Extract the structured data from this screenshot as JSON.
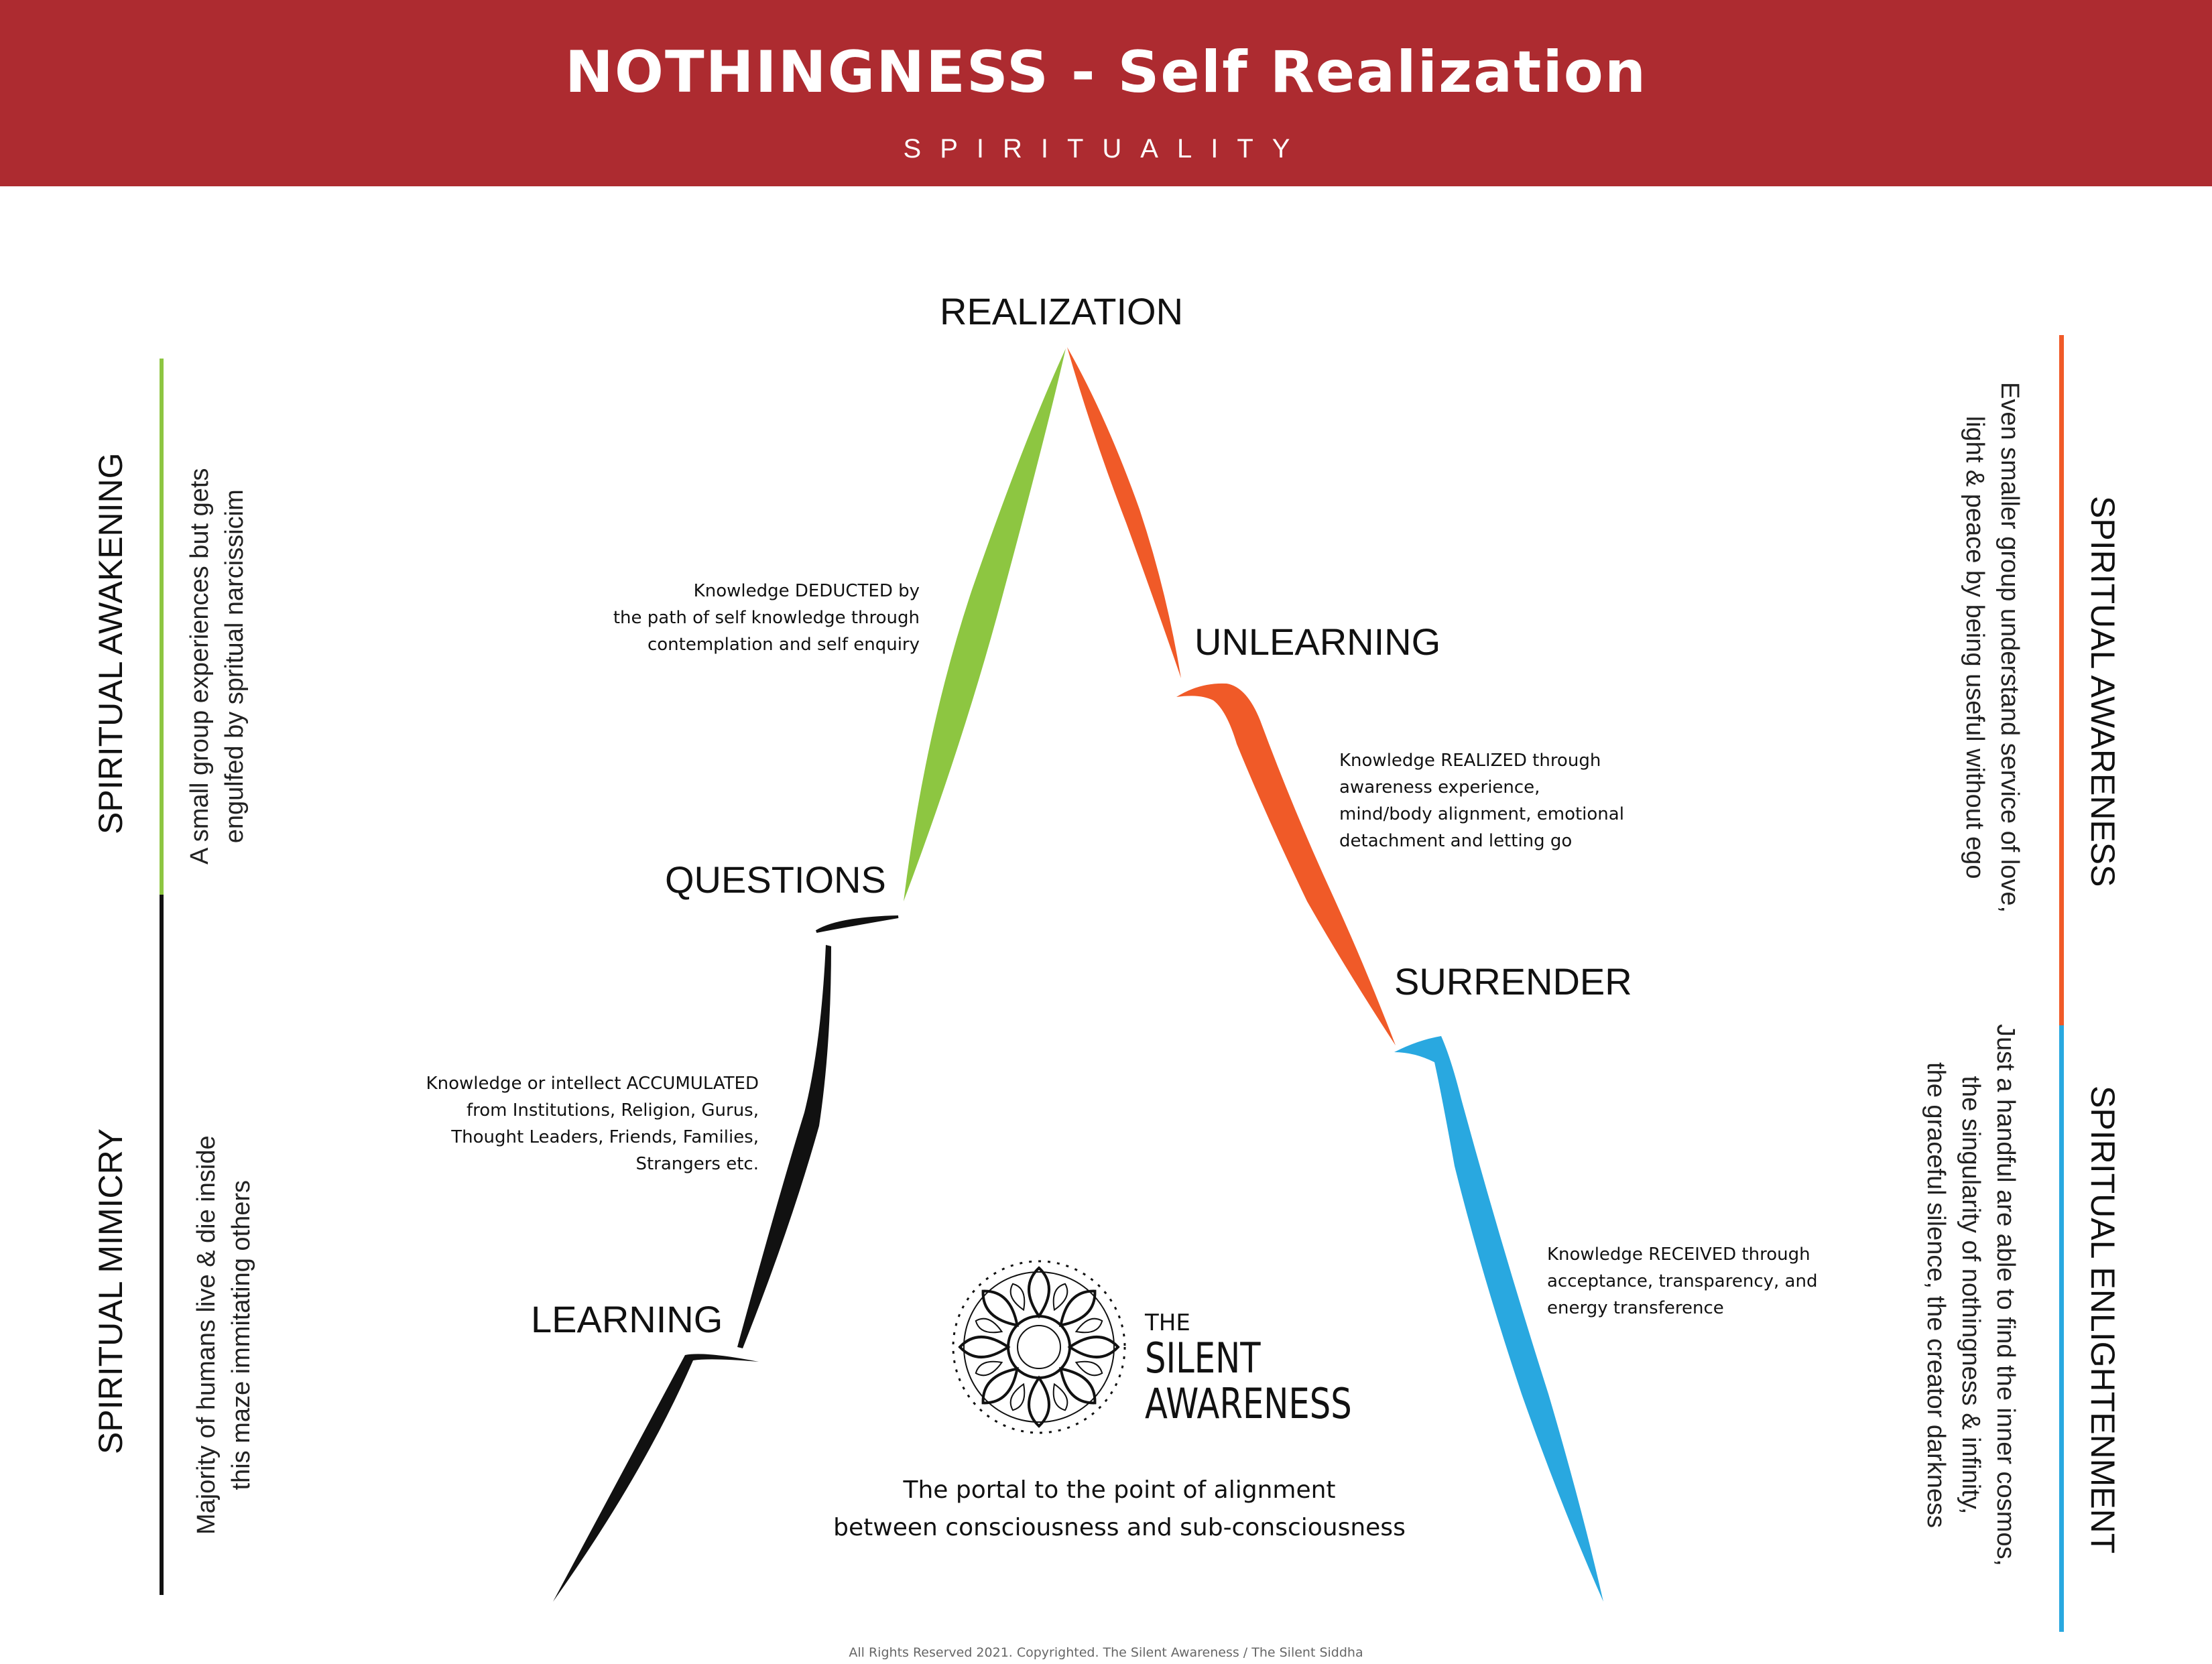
{
  "header": {
    "title": "NOTHINGNESS - Self Realization",
    "subtitle": "SPIRITUALITY"
  },
  "colors": {
    "header_bg": "#ad2b30",
    "green": "#8dc641",
    "orange": "#f05a28",
    "blue": "#29a8e0",
    "black": "#111111"
  },
  "stages": {
    "realization": "REALIZATION",
    "unlearning": "UNLEARNING",
    "questions": "QUESTIONS",
    "surrender": "SURRENDER",
    "learning": "LEARNING"
  },
  "notes": {
    "deducted": [
      "Knowledge DEDUCTED by",
      "the path of self knowledge through",
      "contemplation and self enquiry"
    ],
    "realized": [
      "Knowledge REALIZED through",
      "awareness experience,",
      "mind/body alignment, emotional",
      "detachment and letting go"
    ],
    "accumulated": [
      "Knowledge or intellect ACCUMULATED",
      "from Institutions, Religion, Gurus,",
      "Thought Leaders, Friends, Families,",
      "Strangers etc."
    ],
    "received": [
      "Knowledge RECEIVED through",
      "acceptance, transparency, and",
      "energy transference"
    ]
  },
  "left_side": {
    "awakening_label": "SPIRITUAL AWAKENING",
    "awakening_desc": [
      "A small group experiences but gets",
      "engulfed by spritual narcissicim"
    ],
    "mimicry_label": "SPIRITUAL MIMICRY",
    "mimicry_desc": [
      "Majority of humans live & die inside",
      "this maze immitating others"
    ]
  },
  "right_side": {
    "awareness_label": "SPIRITUAL AWARENESS",
    "awareness_desc": [
      "Even smaller group understand service of love,",
      "light & peace by being useful without ego"
    ],
    "enlightenment_label": "SPIRITUAL ENLIGHTENMENT",
    "enlightenment_desc": [
      "Just a handful are able to find the inner cosmos,",
      "the singularity of nothingness & infinity,",
      "the graceful silence, the creator darkness"
    ]
  },
  "brand": {
    "line1": "THE",
    "line2": "SILENT",
    "line3": "AWARENESS",
    "logo_icon": "lotus-mandala-icon"
  },
  "tagline": [
    "The portal to the point of alignment",
    "between consciousness and sub-consciousness"
  ],
  "footer": "All Rights Reserved 2021. Copyrighted. The Silent Awareness / The Silent Siddha"
}
